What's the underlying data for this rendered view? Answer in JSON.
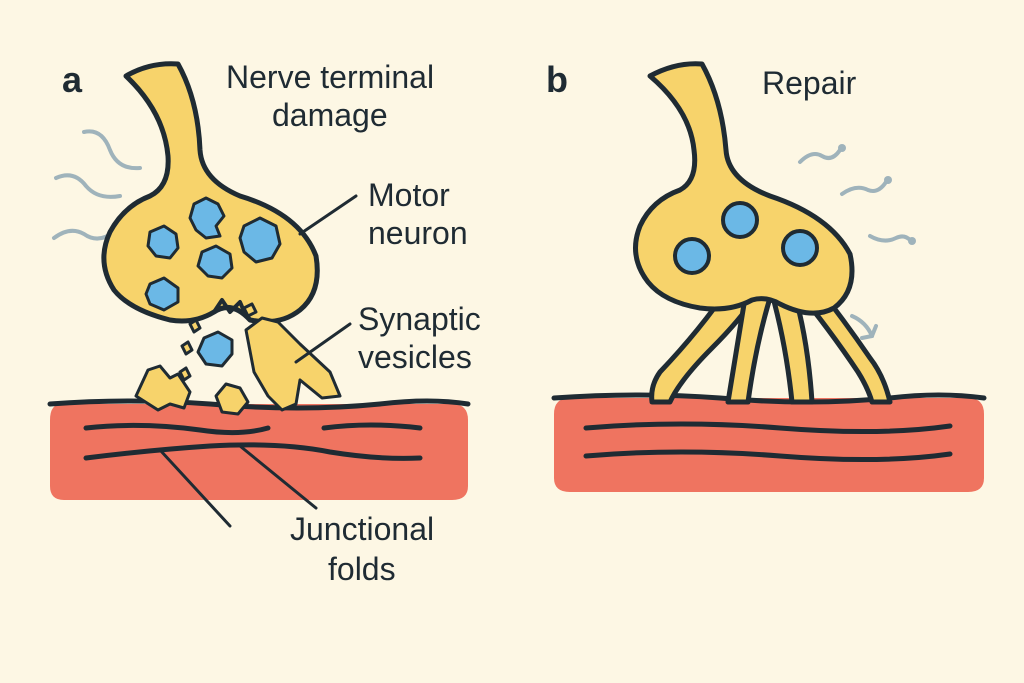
{
  "panels": [
    {
      "letter": "a",
      "title_lines": [
        "Nerve terminal",
        "damage"
      ],
      "labels": {
        "motor_neuron": [
          "Motor",
          "neuron"
        ],
        "synaptic_vesicles": [
          "Synaptic",
          "vesicles"
        ],
        "junctional_folds": [
          "Junctional",
          "folds"
        ]
      }
    },
    {
      "letter": "b",
      "title_lines": [
        "Repair"
      ]
    }
  ],
  "colors": {
    "background": "#fdf7e4",
    "neuron": "#f7d36b",
    "outline": "#1f2b33",
    "vesicle": "#6bb8e6",
    "muscle": "#ef7460",
    "signal_lines": "#9fb3bb"
  }
}
